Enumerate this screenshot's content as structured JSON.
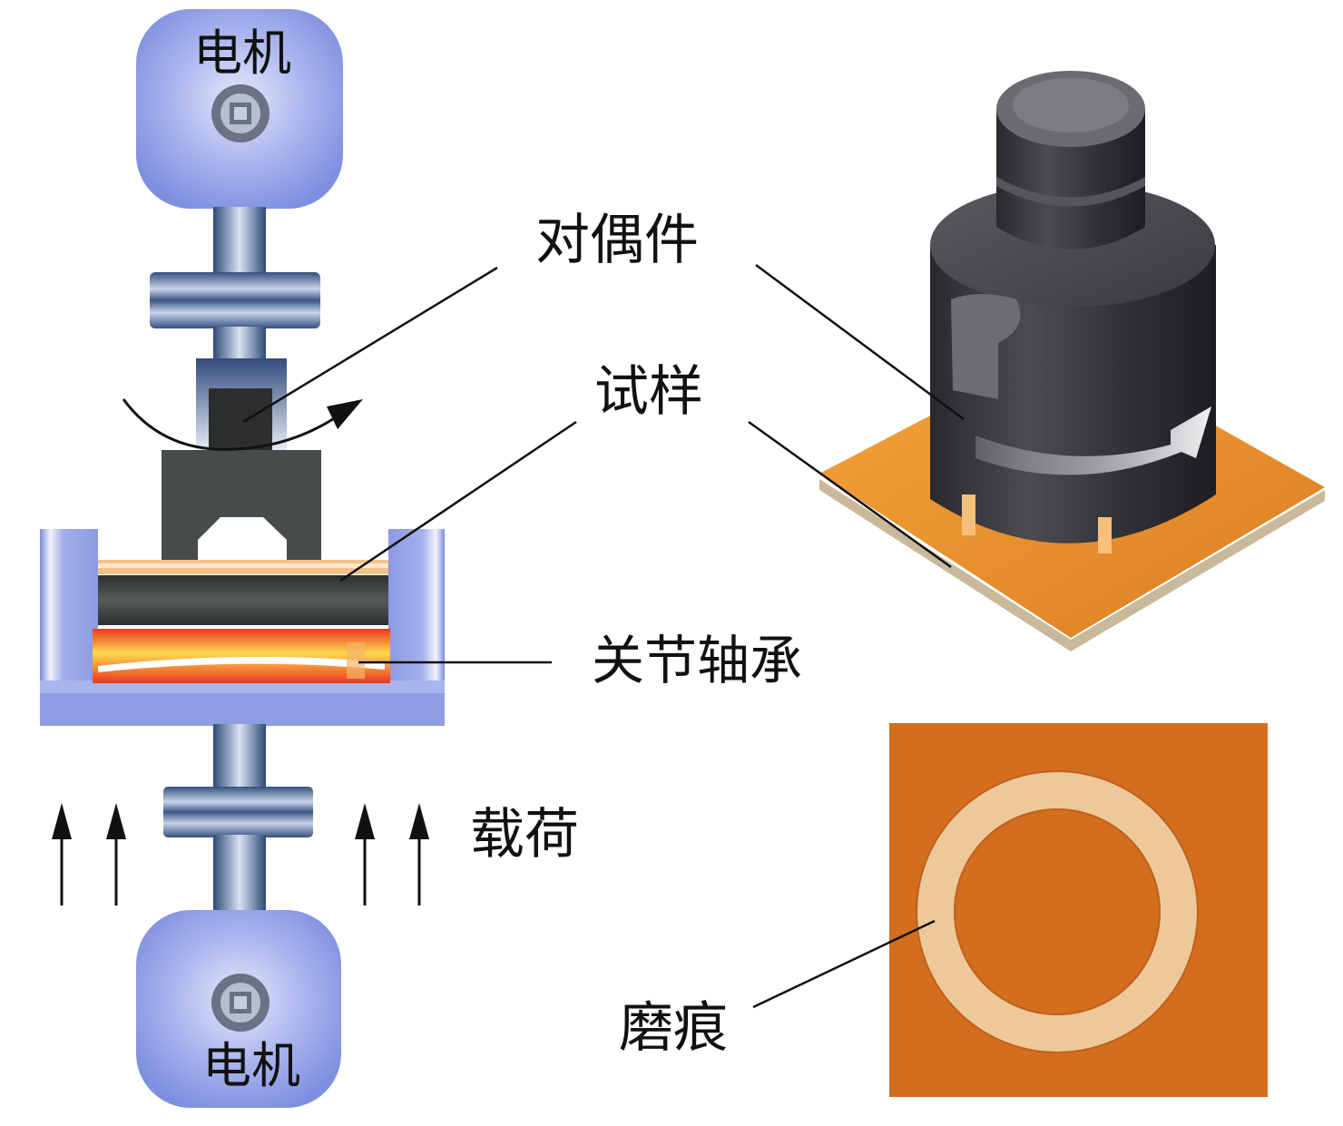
{
  "labels": {
    "motor_top": "电机",
    "motor_bottom": "电机",
    "counterpart": "对偶件",
    "specimen": "试样",
    "joint_bearing": "关节轴承",
    "load": "载荷",
    "wear_scar": "磨痕"
  },
  "colors": {
    "motor_blue": "#8C9BE6",
    "housing_blue": "#98A6E4",
    "dark_gray": "#3F4242",
    "bearing_red": "#E8391E",
    "bearing_yellow": "#FFD24A",
    "plate_orange": "#E68A2A",
    "scar_bg": "#D26E1E",
    "scar_ring": "#EDC99A"
  },
  "icons": {
    "rotation": "curved-arrow-icon",
    "load": "up-arrow-icon"
  }
}
